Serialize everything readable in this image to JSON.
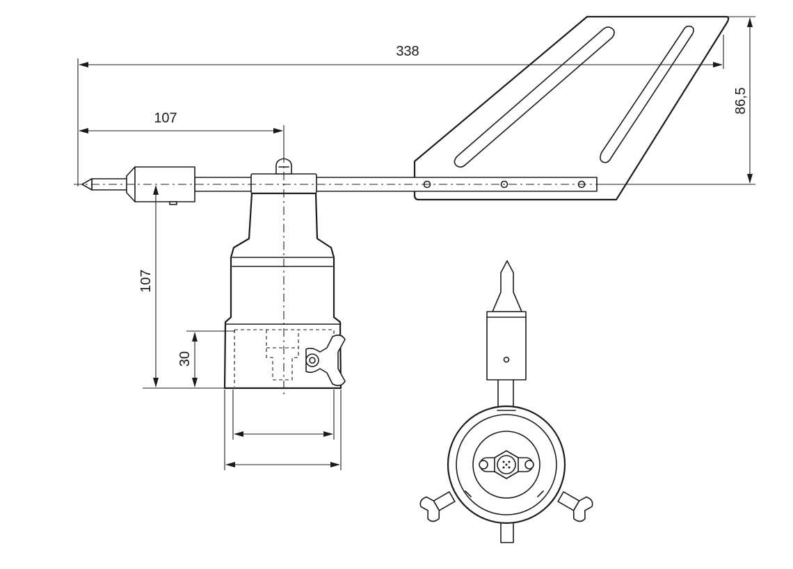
{
  "dimensions": {
    "overall_length": "338",
    "vane_height": "86,5",
    "tip_to_axis": "107",
    "axis_height": "107",
    "clamp_height": "30"
  },
  "colors": {
    "line": "#1a1a1a",
    "background": "#ffffff"
  }
}
